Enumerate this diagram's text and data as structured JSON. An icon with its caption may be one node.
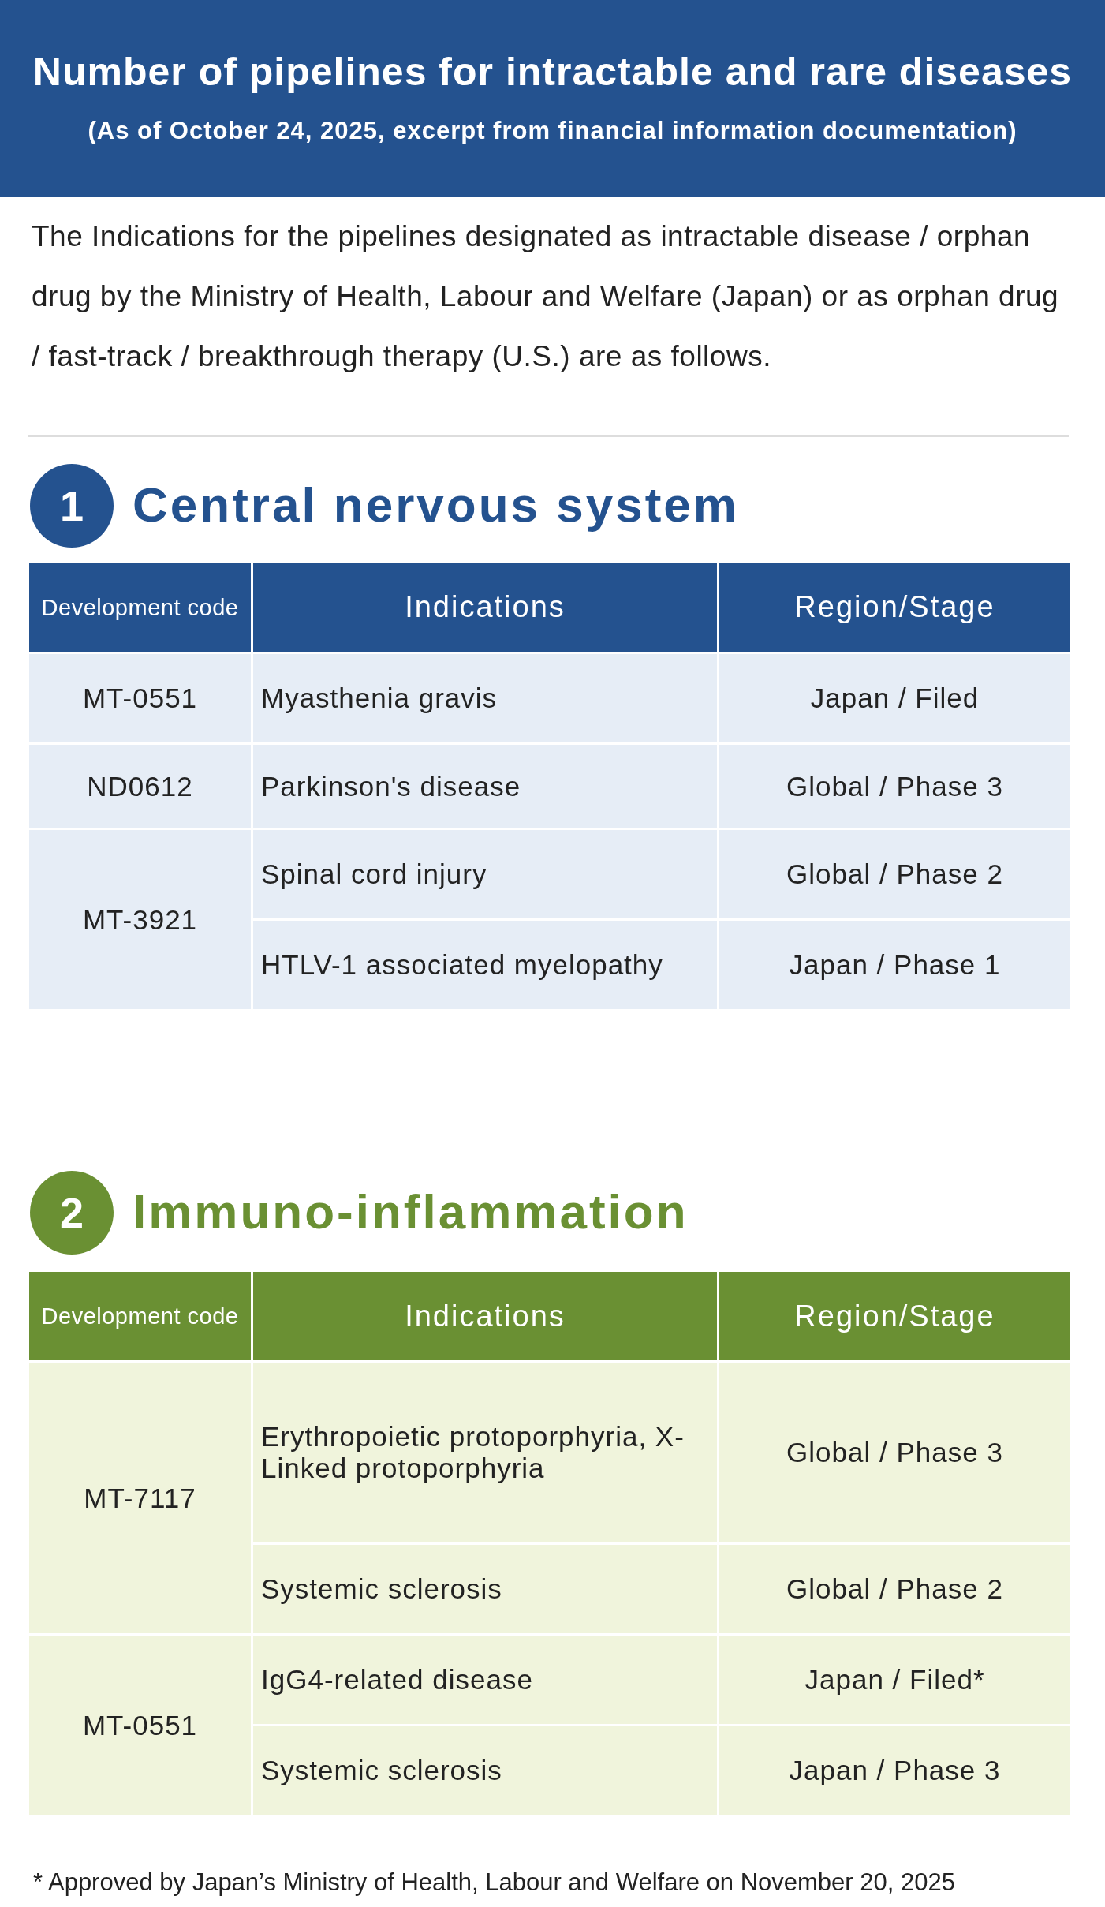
{
  "diagram": {
    "title": "Number of pipelines for intractable and rare diseases",
    "labels": [
      "(As of October 24, 2025, excerpt from financial information documentation)",
      "The Indications for the pipelines designated as intractable disease / orphan drug by the Ministry of Health, Labour and Welfare (Japan) or as orphan drug / fast-track / breakthrough therapy (U.S.) are as follows.",
      "1",
      "Central nervous system",
      "Development code",
      "Indications",
      "Region/Stage",
      "MT-0551",
      "Myasthenia gravis",
      "Japan / Filed",
      "ND0612",
      "Parkinson's disease",
      "Global / Phase 3",
      "MT-3921",
      "Spinal cord injury",
      "Global / Phase 2",
      "HTLV-1 associated myelopathy",
      "Japan / Phase 1",
      "2",
      "Immuno-inflammation",
      "Development code",
      "Indications",
      "Region/Stage",
      "MT-7117",
      "Erythropoietic protoporphyria, X-Linked protoporphyria",
      "Global / Phase 3",
      "Systemic sclerosis",
      "Global / Phase 2",
      "MT-0551",
      "IgG4-related disease",
      "Japan / Filed*",
      "Systemic sclerosis",
      "Japan / Phase 3",
      "* Approved by Japan’s Ministry of Health, Labour and Welfare on November 20, 2025"
    ]
  }
}
